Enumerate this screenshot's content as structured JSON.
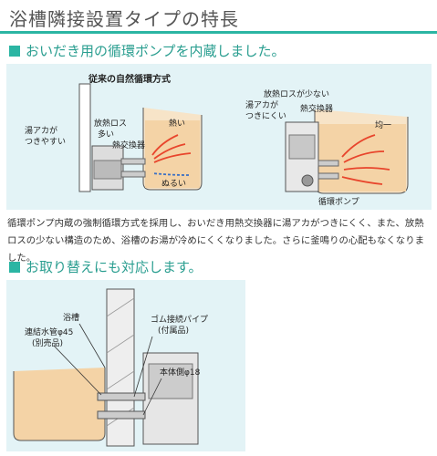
{
  "page_title": "浴槽隣接設置タイプの特長",
  "section1": {
    "heading": "おいだき用の循環ポンプを内蔵しました。",
    "left_diagram": {
      "title": "従来の自然循環方式",
      "label_yuaka": [
        "湯アカが",
        "つきやすい"
      ],
      "label_netsuloss": [
        "放熱ロス",
        "多い"
      ],
      "label_exchanger": "熱交換器",
      "label_hot": "熱い",
      "label_lukewarm": "ぬるい"
    },
    "right_diagram": {
      "label_netsuloss": "放熱ロスが少ない",
      "label_yuaka": [
        "湯アカが",
        "つきにくい"
      ],
      "label_exchanger": "熱交換器",
      "label_even": "均一",
      "label_pump": "循環ポンプ"
    },
    "description": "循環ポンプ内蔵の強制循環方式を採用し、おいだき用熱交換器に湯アカがつきにくく、また、放熱ロスの少ない構造のため、浴槽のお湯が冷めにくくなりました。さらに釜鳴りの心配もなくなりました。"
  },
  "section2": {
    "heading": "お取り替えにも対応します。",
    "diagram": {
      "label_bathtub": "浴槽",
      "label_pipe": [
        "連結水管φ45",
        "(別売品)"
      ],
      "label_rubber": [
        "ゴム接続パイプ",
        "(付属品)"
      ],
      "label_body": "本体側φ18"
    }
  },
  "colors": {
    "accent": "#2bb5a3",
    "panel": "#e3f3f6",
    "hot": "#e8452c",
    "cold": "#3a6fc4"
  }
}
